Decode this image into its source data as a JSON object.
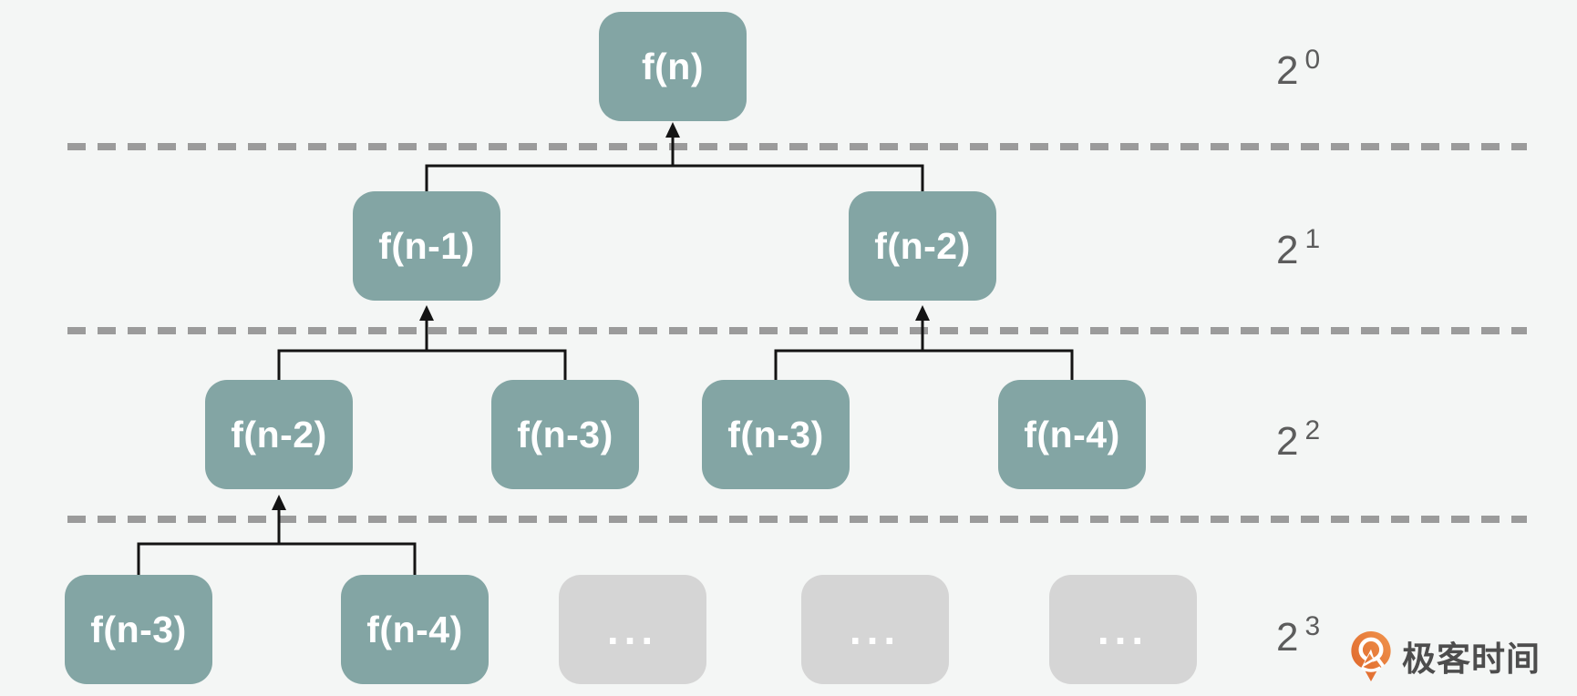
{
  "tree": {
    "levels": [
      {
        "count_base": "2",
        "count_exponent": "0",
        "nodes": [
          {
            "label": "f(n)"
          }
        ]
      },
      {
        "count_base": "2",
        "count_exponent": "1",
        "nodes": [
          {
            "label": "f(n-1)"
          },
          {
            "label": "f(n-2)"
          }
        ]
      },
      {
        "count_base": "2",
        "count_exponent": "2",
        "nodes": [
          {
            "label": "f(n-2)"
          },
          {
            "label": "f(n-3)"
          },
          {
            "label": "f(n-3)"
          },
          {
            "label": "f(n-4)"
          }
        ]
      },
      {
        "count_base": "2",
        "count_exponent": "3",
        "nodes": [
          {
            "label": "f(n-3)"
          },
          {
            "label": "f(n-4)"
          },
          {
            "label": "..."
          },
          {
            "label": "..."
          },
          {
            "label": "..."
          }
        ]
      }
    ]
  },
  "watermark": {
    "brand": "极客时间"
  },
  "colors": {
    "background": "#f4f6f5",
    "node_teal": "#83a5a4",
    "node_gray": "#d5d5d5",
    "node_text": "#ffffff",
    "divider_gray": "#9b9b9b",
    "level_label_gray": "#5c5c5c",
    "connector_black": "#141414",
    "brand_orange_light": "#f0944d",
    "brand_orange_dark": "#dd6227",
    "brand_text_gray": "#4d4d4d"
  }
}
